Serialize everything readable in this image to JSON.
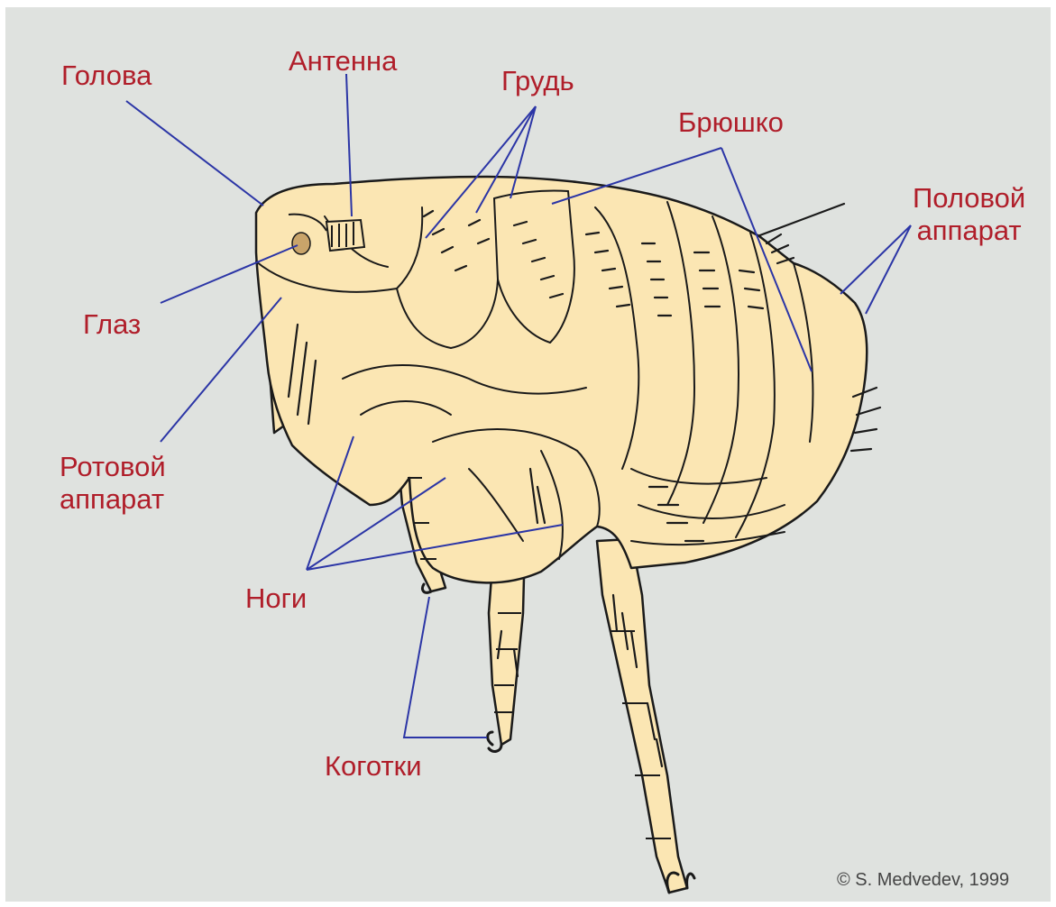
{
  "colors": {
    "background": "#dfe2df",
    "body_fill": "#fbe6b3",
    "outline": "#1a1a1a",
    "label_text": "#b01e2a",
    "leader_line": "#2b35a6",
    "eye": "#c9a46a"
  },
  "labels": {
    "head": "Голова",
    "antenna": "Антенна",
    "thorax": "Грудь",
    "abdomen": "Брюшко",
    "genitalia": "Половой\nаппарат",
    "eye": "Глаз",
    "mouthparts": "Ротовой\nаппарат",
    "legs": "Ноги",
    "claws": "Коготки"
  },
  "credit": "© S. Medvedev, 1999"
}
